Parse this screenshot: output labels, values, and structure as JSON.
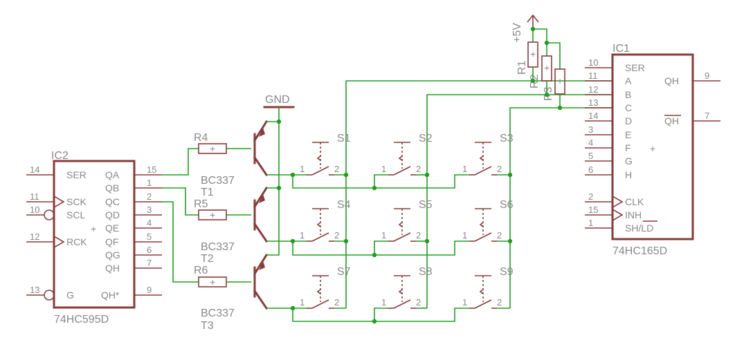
{
  "ic2": {
    "name": "IC2",
    "value": "74HC595D",
    "pins": [
      {
        "num": "14",
        "label": "SER"
      },
      {
        "num": "11",
        "label": "SCK"
      },
      {
        "num": "10",
        "label": "SCL"
      },
      {
        "num": "12",
        "label": "RCK"
      },
      {
        "num": "13",
        "label": "G"
      }
    ],
    "outputs": [
      {
        "num": "15",
        "label": "QA"
      },
      {
        "num": "1",
        "label": "QB"
      },
      {
        "num": "2",
        "label": "QC"
      },
      {
        "num": "3",
        "label": "QD"
      },
      {
        "num": "4",
        "label": "QE"
      },
      {
        "num": "5",
        "label": "QF"
      },
      {
        "num": "6",
        "label": "QG"
      },
      {
        "num": "7",
        "label": "QH"
      },
      {
        "num": "9",
        "label": "QH*"
      }
    ]
  },
  "ic1": {
    "name": "IC1",
    "value": "74HC165D",
    "inputs": [
      {
        "num": "10",
        "label": "SER"
      },
      {
        "num": "11",
        "label": "A"
      },
      {
        "num": "12",
        "label": "B"
      },
      {
        "num": "13",
        "label": "C"
      },
      {
        "num": "14",
        "label": "D"
      },
      {
        "num": "3",
        "label": "E"
      },
      {
        "num": "4",
        "label": "F"
      },
      {
        "num": "5",
        "label": "G"
      },
      {
        "num": "6",
        "label": "H"
      },
      {
        "num": "2",
        "label": "CLK"
      },
      {
        "num": "15",
        "label": "INH"
      },
      {
        "num": "1",
        "label": "SH/LD"
      }
    ],
    "outputs": [
      {
        "num": "9",
        "label": "QH"
      },
      {
        "num": "7",
        "label": "QH"
      }
    ]
  },
  "resistors": [
    "R4",
    "R5",
    "R6"
  ],
  "pullups": [
    "R1",
    "R2",
    "R3"
  ],
  "transistors": [
    {
      "ref": "T1",
      "value": "BC337"
    },
    {
      "ref": "T2",
      "value": "BC337"
    },
    {
      "ref": "T3",
      "value": "BC337"
    }
  ],
  "switches": [
    "S1",
    "S2",
    "S3",
    "S4",
    "S5",
    "S6",
    "S7",
    "S8",
    "S9"
  ],
  "switch_pins": [
    "1",
    "2"
  ],
  "supply": {
    "gnd": "GND",
    "vcc": "+5V"
  },
  "center_mark": "+"
}
